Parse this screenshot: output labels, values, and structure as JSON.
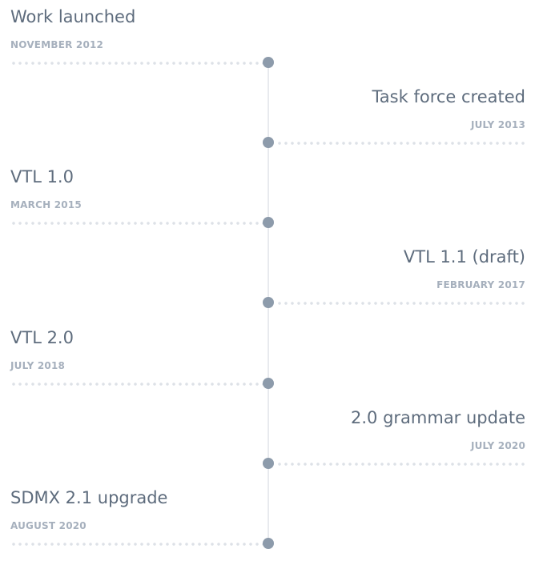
{
  "timeline": {
    "events": [
      {
        "title": "Work launched",
        "date": "NOVEMBER 2012"
      },
      {
        "title": "Task force created",
        "date": "JULY 2013"
      },
      {
        "title": "VTL 1.0",
        "date": "MARCH 2015"
      },
      {
        "title": "VTL 1.1 (draft)",
        "date": "FEBRUARY 2017"
      },
      {
        "title": "VTL 2.0",
        "date": "JULY 2018"
      },
      {
        "title": "2.0 grammar update",
        "date": "JULY 2020"
      },
      {
        "title": "SDMX 2.1 upgrade",
        "date": "AUGUST 2020"
      }
    ]
  },
  "colors": {
    "title": "#5e6c7d",
    "date": "#a6b0bd",
    "node": "#8d9bab",
    "dots": "#dde1e7",
    "axis": "#e8eaee"
  }
}
